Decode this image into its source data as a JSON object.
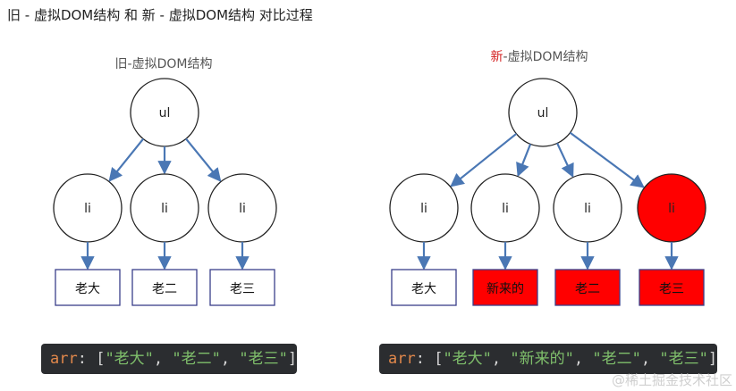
{
  "heading": "旧 - 虚拟DOM结构 和 新 - 虚拟DOM结构 对比过程",
  "colors": {
    "line": "#4a77b4",
    "text": "#222222",
    "highlight": "#ff0000",
    "title_muted": "#555555",
    "title_accent": "#d42020"
  },
  "old_tree": {
    "title": "旧-虚拟DOM结构",
    "root": "ul",
    "children": [
      {
        "node": "li",
        "text": "老大",
        "changed": false
      },
      {
        "node": "li",
        "text": "老二",
        "changed": false
      },
      {
        "node": "li",
        "text": "老三",
        "changed": false
      }
    ],
    "code": {
      "var": "arr",
      "values": [
        "老大",
        "老二",
        "老三"
      ]
    }
  },
  "new_tree": {
    "title_accent": "新",
    "title_rest": "-虚拟DOM结构",
    "root": "ul",
    "children": [
      {
        "node": "li",
        "text": "老大",
        "changed": false,
        "node_changed": false
      },
      {
        "node": "li",
        "text": "新来的",
        "changed": true,
        "node_changed": false
      },
      {
        "node": "li",
        "text": "老二",
        "changed": true,
        "node_changed": false
      },
      {
        "node": "li",
        "text": "老三",
        "changed": true,
        "node_changed": true
      }
    ],
    "code": {
      "var": "arr",
      "values": [
        "老大",
        "新来的",
        "老二",
        "老三"
      ]
    }
  },
  "watermark": "@稀土掘金技术社区"
}
